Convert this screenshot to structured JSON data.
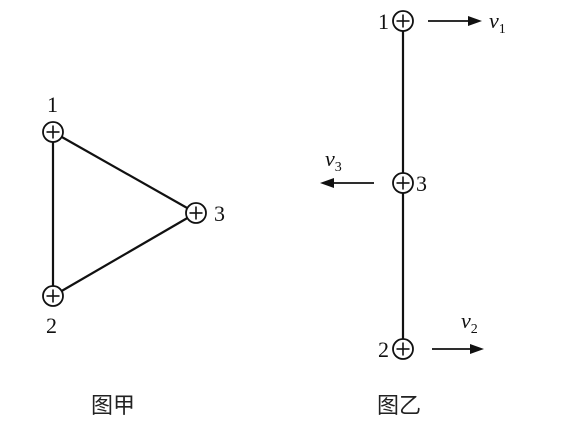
{
  "figure_a": {
    "caption": "图甲",
    "charges": [
      {
        "label": "1",
        "sign": "+"
      },
      {
        "label": "2",
        "sign": "+"
      },
      {
        "label": "3",
        "sign": "+"
      }
    ]
  },
  "figure_b": {
    "caption": "图乙",
    "charges": [
      {
        "label": "1",
        "sign": "+"
      },
      {
        "label": "3",
        "sign": "+"
      },
      {
        "label": "2",
        "sign": "+"
      }
    ],
    "velocities": [
      {
        "symbol": "v",
        "subscript": "1",
        "direction": "right"
      },
      {
        "symbol": "v",
        "subscript": "3",
        "direction": "left"
      },
      {
        "symbol": "v",
        "subscript": "2",
        "direction": "right"
      }
    ]
  },
  "colors": {
    "ink": "#111111",
    "background": "#ffffff"
  }
}
